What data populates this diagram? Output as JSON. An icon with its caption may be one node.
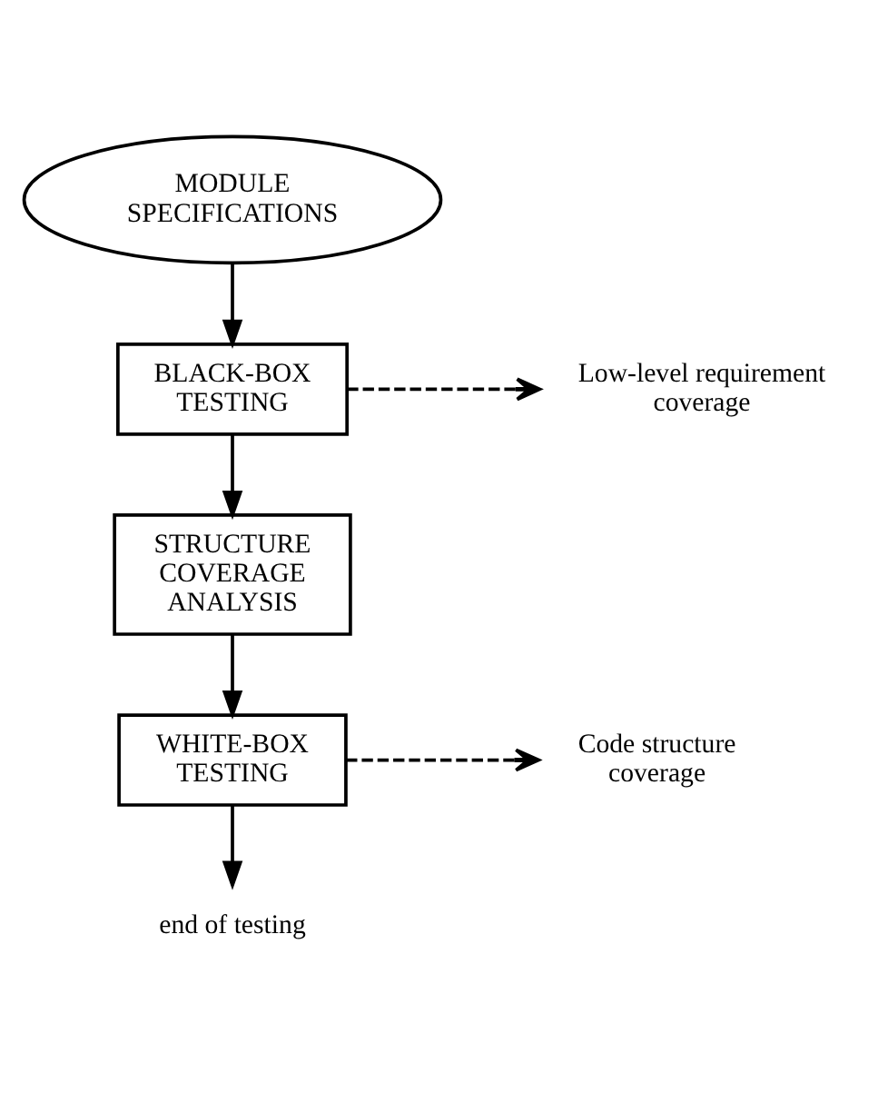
{
  "diagram": {
    "nodes": [
      {
        "text": [
          "MODULE SPECIFICATIONS"
        ]
      },
      {
        "text": [
          "BLACK-BOX TESTING"
        ]
      },
      {
        "text": [
          "Low-level requirement coverage"
        ]
      },
      {
        "text": [
          "STRUCTURE COVERAGE ANALYSIS"
        ]
      },
      {
        "text": [
          "WHITE-BOX TESTING"
        ]
      },
      {
        "text": [
          "Code structure coverage"
        ]
      },
      {
        "text": [
          "end of testing"
        ]
      }
    ],
    "edges": [
      {
        "from": 0,
        "to": 1,
        "arrow": "to"
      },
      {
        "from": 1,
        "to": 2,
        "arrow": "to",
        "style": "dashed"
      },
      {
        "from": 1,
        "to": 3,
        "arrow": "to"
      },
      {
        "from": 3,
        "to": 4,
        "arrow": "to"
      },
      {
        "from": 4,
        "to": 5,
        "arrow": "to",
        "style": "dashed"
      },
      {
        "from": 4,
        "to": 6,
        "arrow": "to"
      }
    ]
  }
}
